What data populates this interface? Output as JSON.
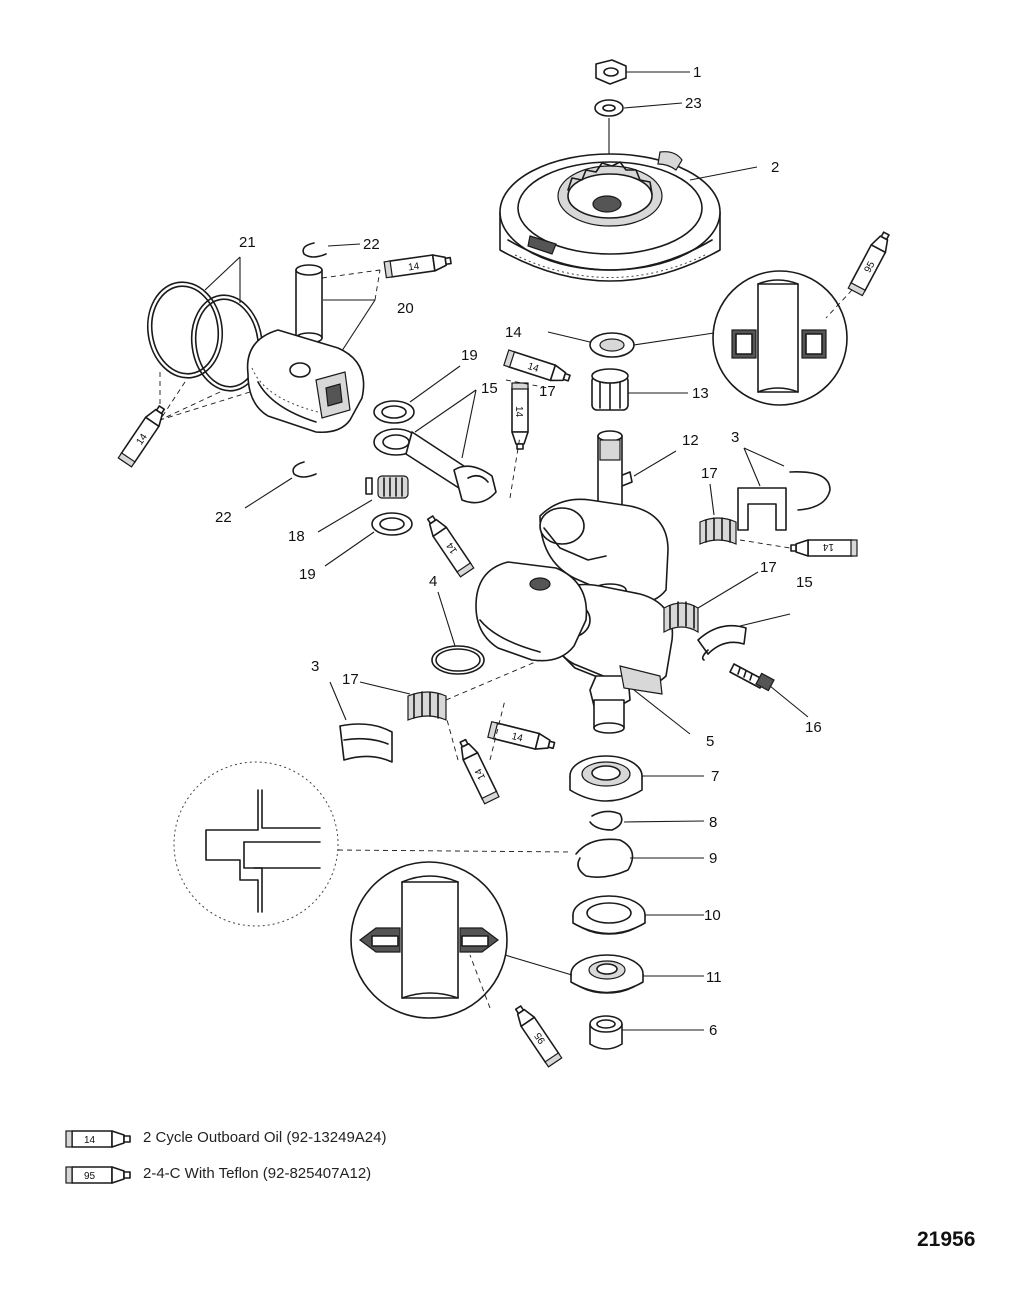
{
  "diagram": {
    "callouts": [
      {
        "id": "c1",
        "label": "1"
      },
      {
        "id": "c23",
        "label": "23"
      },
      {
        "id": "c2",
        "label": "2"
      },
      {
        "id": "c21",
        "label": "21"
      },
      {
        "id": "c22a",
        "label": "22"
      },
      {
        "id": "c20",
        "label": "20"
      },
      {
        "id": "c14a",
        "label": "14"
      },
      {
        "id": "c19a",
        "label": "19"
      },
      {
        "id": "c15a",
        "label": "15"
      },
      {
        "id": "c13",
        "label": "13"
      },
      {
        "id": "c17a",
        "label": "17"
      },
      {
        "id": "c12",
        "label": "12"
      },
      {
        "id": "c3a",
        "label": "3"
      },
      {
        "id": "c22b",
        "label": "22"
      },
      {
        "id": "c18",
        "label": "18"
      },
      {
        "id": "c19b",
        "label": "19"
      },
      {
        "id": "c17b",
        "label": "17"
      },
      {
        "id": "c4",
        "label": "4"
      },
      {
        "id": "c17c",
        "label": "17"
      },
      {
        "id": "c15b",
        "label": "15"
      },
      {
        "id": "c3b",
        "label": "3"
      },
      {
        "id": "c17d",
        "label": "17"
      },
      {
        "id": "c16",
        "label": "16"
      },
      {
        "id": "c5",
        "label": "5"
      },
      {
        "id": "c7",
        "label": "7"
      },
      {
        "id": "c8",
        "label": "8"
      },
      {
        "id": "c9",
        "label": "9"
      },
      {
        "id": "c10",
        "label": "10"
      },
      {
        "id": "c11",
        "label": "11"
      },
      {
        "id": "c6",
        "label": "6"
      }
    ],
    "tubes": [
      {
        "id": "t1",
        "label": "14"
      },
      {
        "id": "t2",
        "label": "95"
      },
      {
        "id": "t3",
        "label": "14"
      },
      {
        "id": "t4",
        "label": "14"
      },
      {
        "id": "t5",
        "label": "14"
      },
      {
        "id": "t6",
        "label": "14"
      },
      {
        "id": "t7",
        "label": "14"
      },
      {
        "id": "t8",
        "label": "14"
      },
      {
        "id": "t9",
        "label": "14"
      },
      {
        "id": "t10",
        "label": "14"
      },
      {
        "id": "t11",
        "label": "95"
      }
    ]
  },
  "legend": [
    {
      "code": "14",
      "text": "2 Cycle Outboard Oil (92-13249A24)"
    },
    {
      "code": "95",
      "text": "2-4-C  With Teflon (92-825407A12)"
    }
  ],
  "diagram_number": "21956"
}
